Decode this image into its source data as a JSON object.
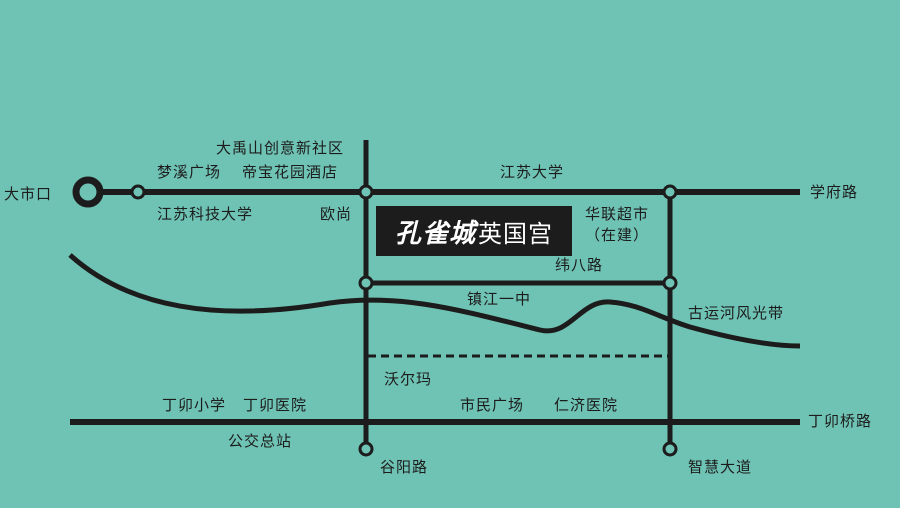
{
  "colors": {
    "background": "#6fc3b4",
    "ink": "#1c1c1c"
  },
  "project": {
    "brand": "孔雀城",
    "name": "英国宫"
  },
  "roads": {
    "xuefu": "学府路",
    "weiba": "纬八路",
    "dingmaoqiao": "丁卯桥路",
    "guyang": "谷阳路",
    "zhihui": "智慧大道"
  },
  "places": {
    "dashikou": "大市口",
    "daxia": "大禹山创意新社区",
    "mengxi": "梦溪广场",
    "dibao": "帝宝花园酒店",
    "jiangkeda": "江苏科技大学",
    "oushang": "欧尚",
    "jiangda": "江苏大学",
    "hualian": "华联超市",
    "hualian_note": "（在建）",
    "zhenjiang1": "镇江一中",
    "grand_canal": "古运河风光带",
    "walmart": "沃尔玛",
    "dingmao_school": "丁卯小学",
    "dingmao_hospital": "丁卯医院",
    "bus_station": "公交总站",
    "citizen_square": "市民广场",
    "renji": "仁济医院"
  }
}
